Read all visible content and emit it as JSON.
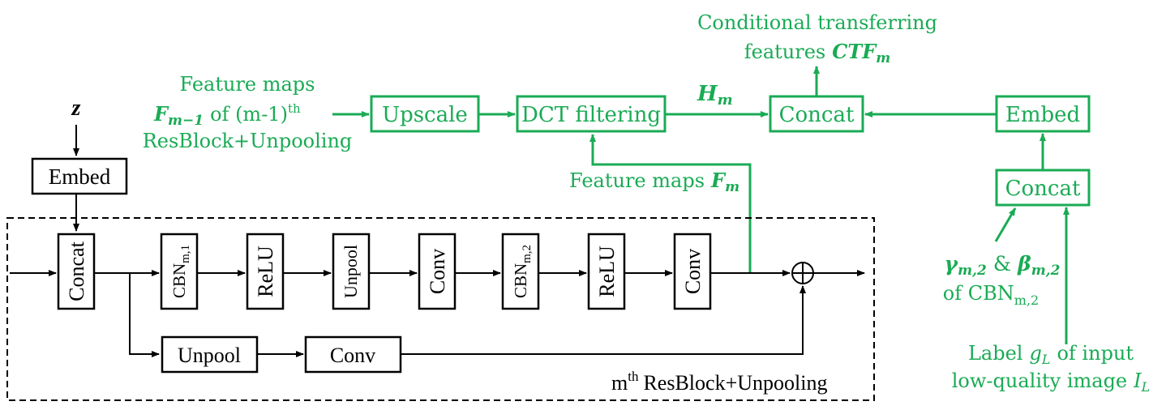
{
  "colors": {
    "green": "#1aab55",
    "black": "#000000"
  },
  "top_flow": {
    "input_label": [
      "Feature maps",
      "of (m-1)",
      "th",
      "ResBlock+Unpooling"
    ],
    "input_symbol": "F",
    "input_subscript": "m−1",
    "upscale": "Upscale",
    "dct": "DCT filtering",
    "h_symbol": "H",
    "h_subscript": "m",
    "concat": "Concat",
    "embed": "Embed",
    "ctf_line1": "Conditional transferring",
    "ctf_line2": "features",
    "ctf_symbol": "CTF",
    "ctf_subscript": "m",
    "fm_label": "Feature maps",
    "fm_symbol": "F",
    "fm_subscript": "m"
  },
  "right_branch": {
    "concat": "Concat",
    "gamma_symbol": "γ",
    "gamma_subscript": "m,2",
    "amp": "&",
    "beta_symbol": "β",
    "beta_subscript": "m,2",
    "of_text": "of CBN",
    "of_subscript": "m,2",
    "label_line1_a": "Label",
    "label_g": "g",
    "label_g_sub": "L",
    "label_line1_b": "of input",
    "label_line2_a": "low-quality image",
    "label_I": "I",
    "label_I_sub": "L"
  },
  "resblock": {
    "z": "z",
    "embed": "Embed",
    "concat": "Concat",
    "cbn1": "CBN",
    "cbn1_sub": "m,1",
    "relu1": "ReLU",
    "unpool1": "Unpool",
    "conv1": "Conv",
    "cbn2": "CBN",
    "cbn2_sub": "m,2",
    "relu2": "ReLU",
    "conv2": "Conv",
    "unpool_skip": "Unpool",
    "conv_skip": "Conv",
    "plus": "⊕",
    "caption_m": "m",
    "caption_sup": "th",
    "caption_rest": "ResBlock+Unpooling"
  }
}
